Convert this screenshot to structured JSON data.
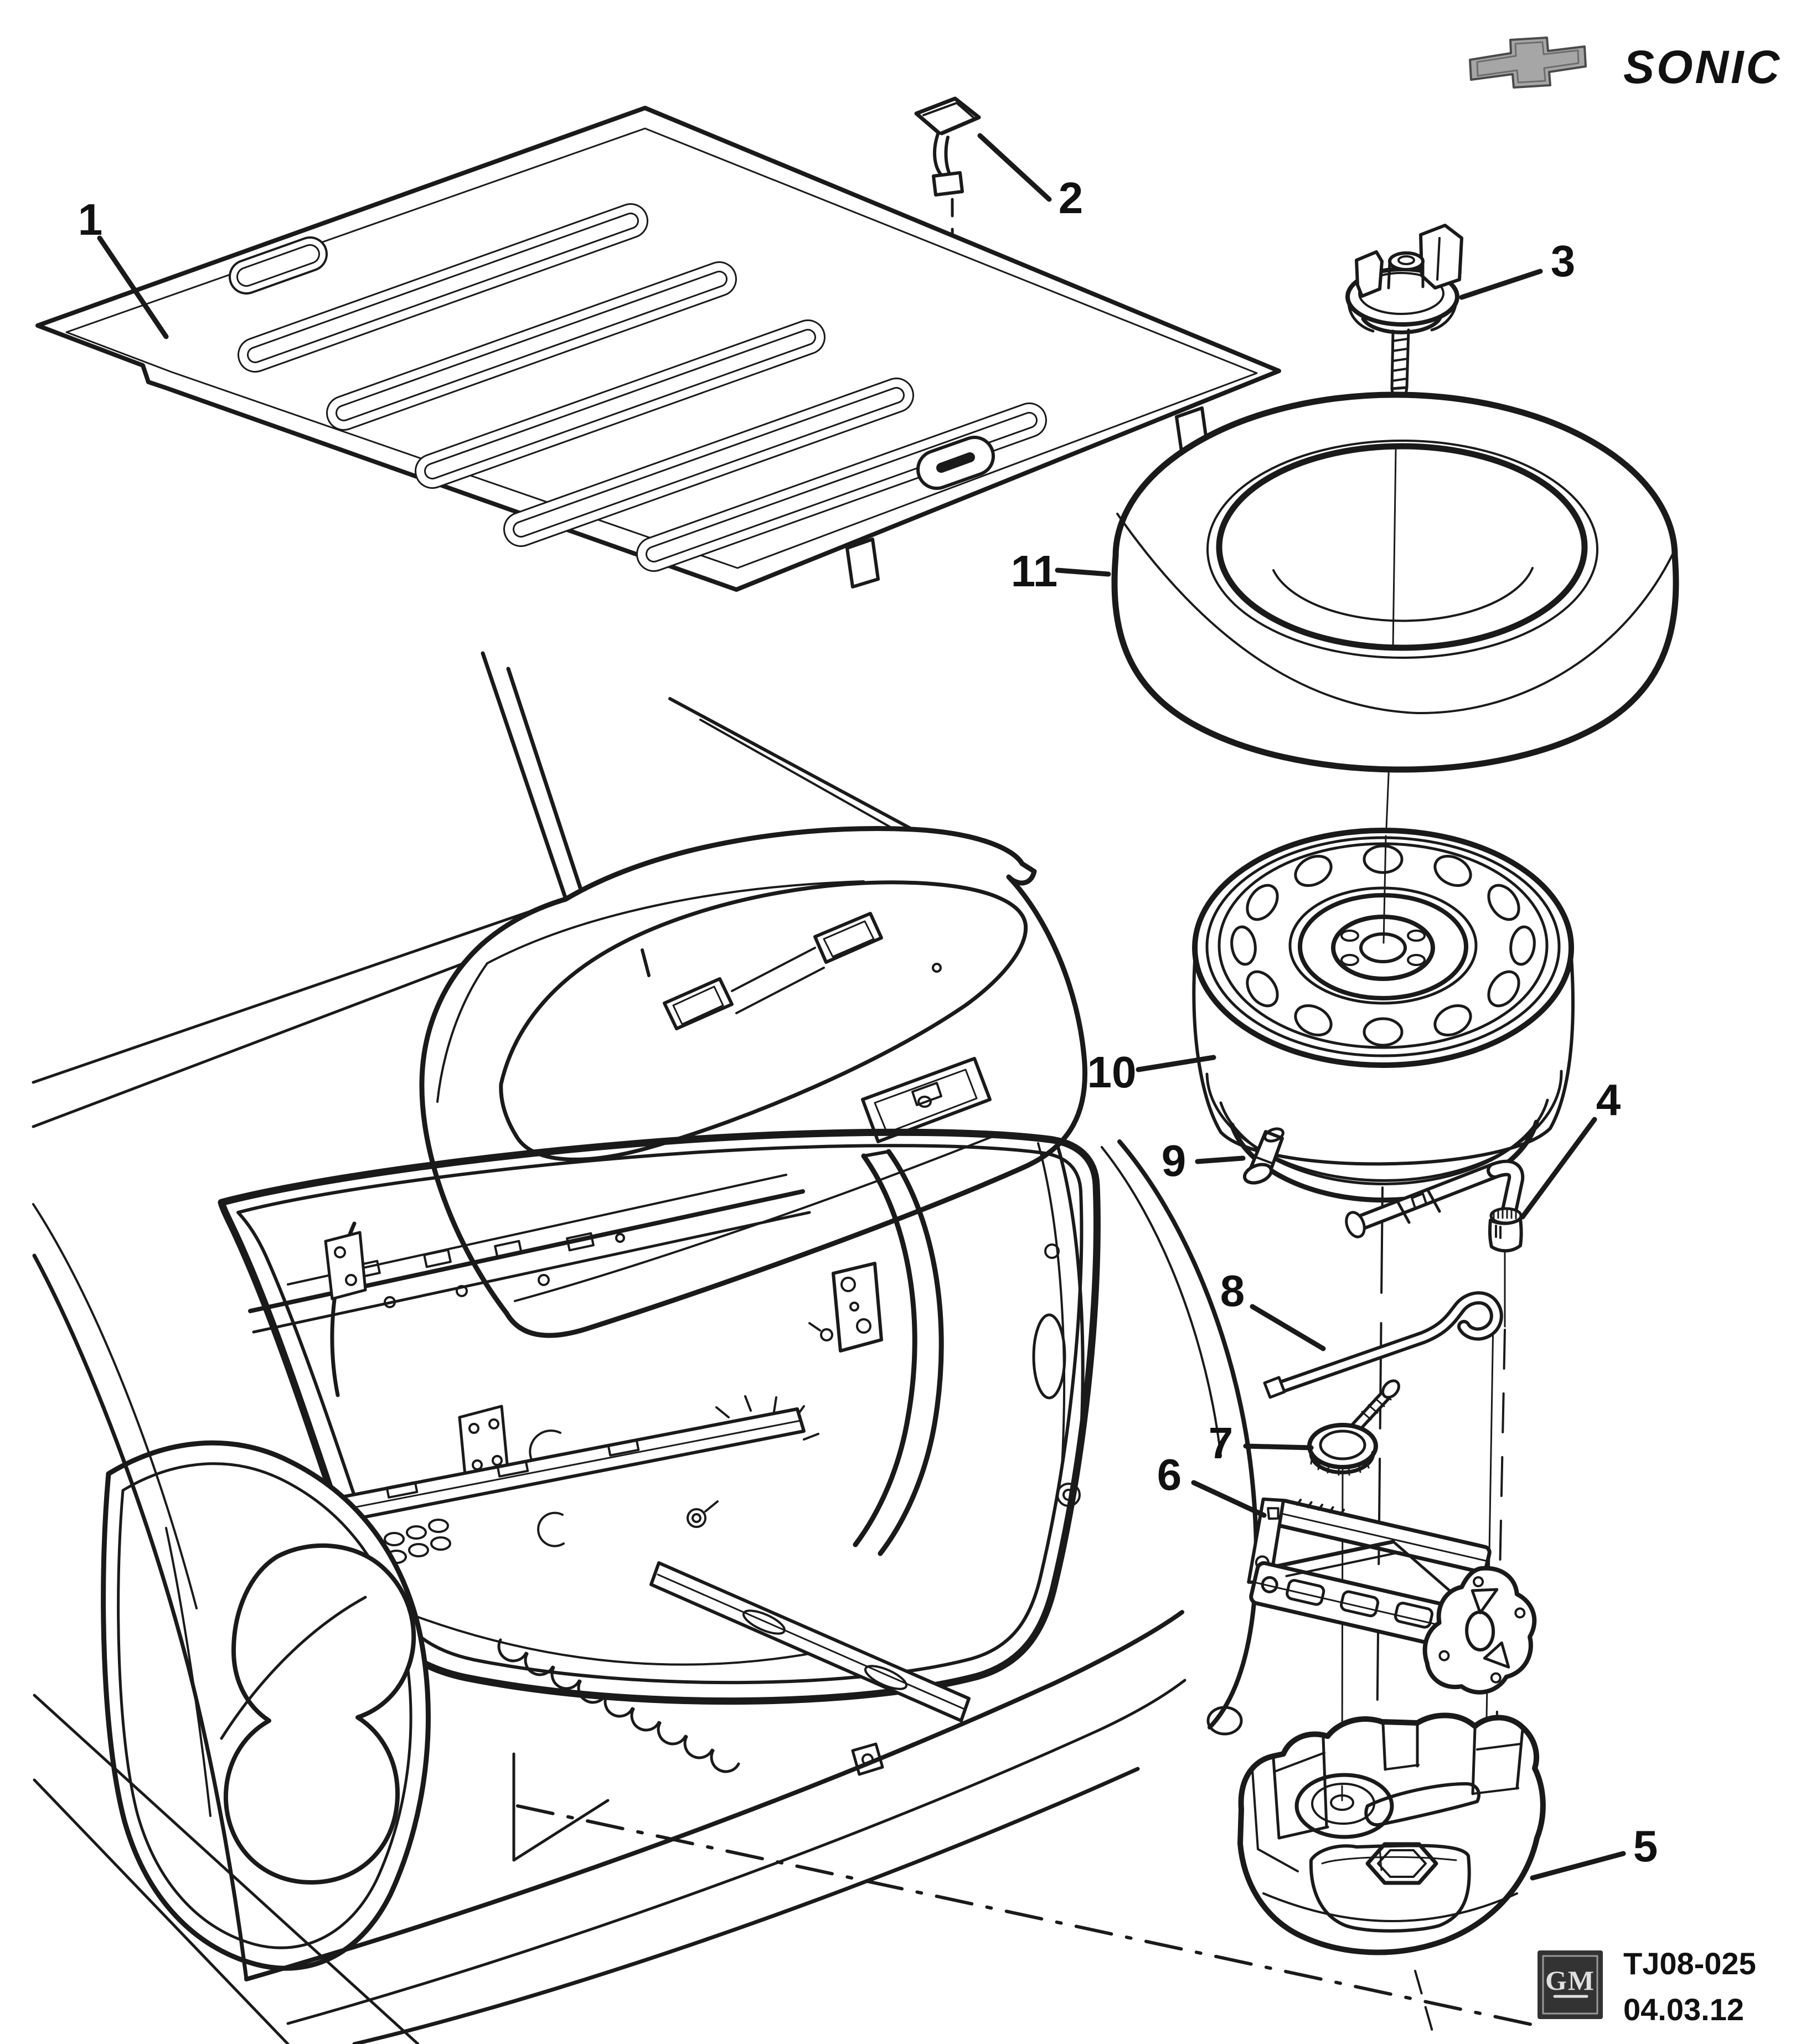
{
  "header": {
    "brand_icon": "chevrolet-bowtie-icon",
    "model": "SONIC"
  },
  "callouts": {
    "c1": "1",
    "c2": "2",
    "c3": "3",
    "c4": "4",
    "c5": "5",
    "c6": "6",
    "c7": "7",
    "c8": "8",
    "c9": "9",
    "c10": "10",
    "c11": "11"
  },
  "footer": {
    "gm_badge": "GM",
    "doc_number": "TJ08-025",
    "date": "04.03.12"
  },
  "colors": {
    "line": "#1a1a1a",
    "background": "#ffffff",
    "logo_gray": "#a6a6a6",
    "gm_box": "#333333"
  }
}
